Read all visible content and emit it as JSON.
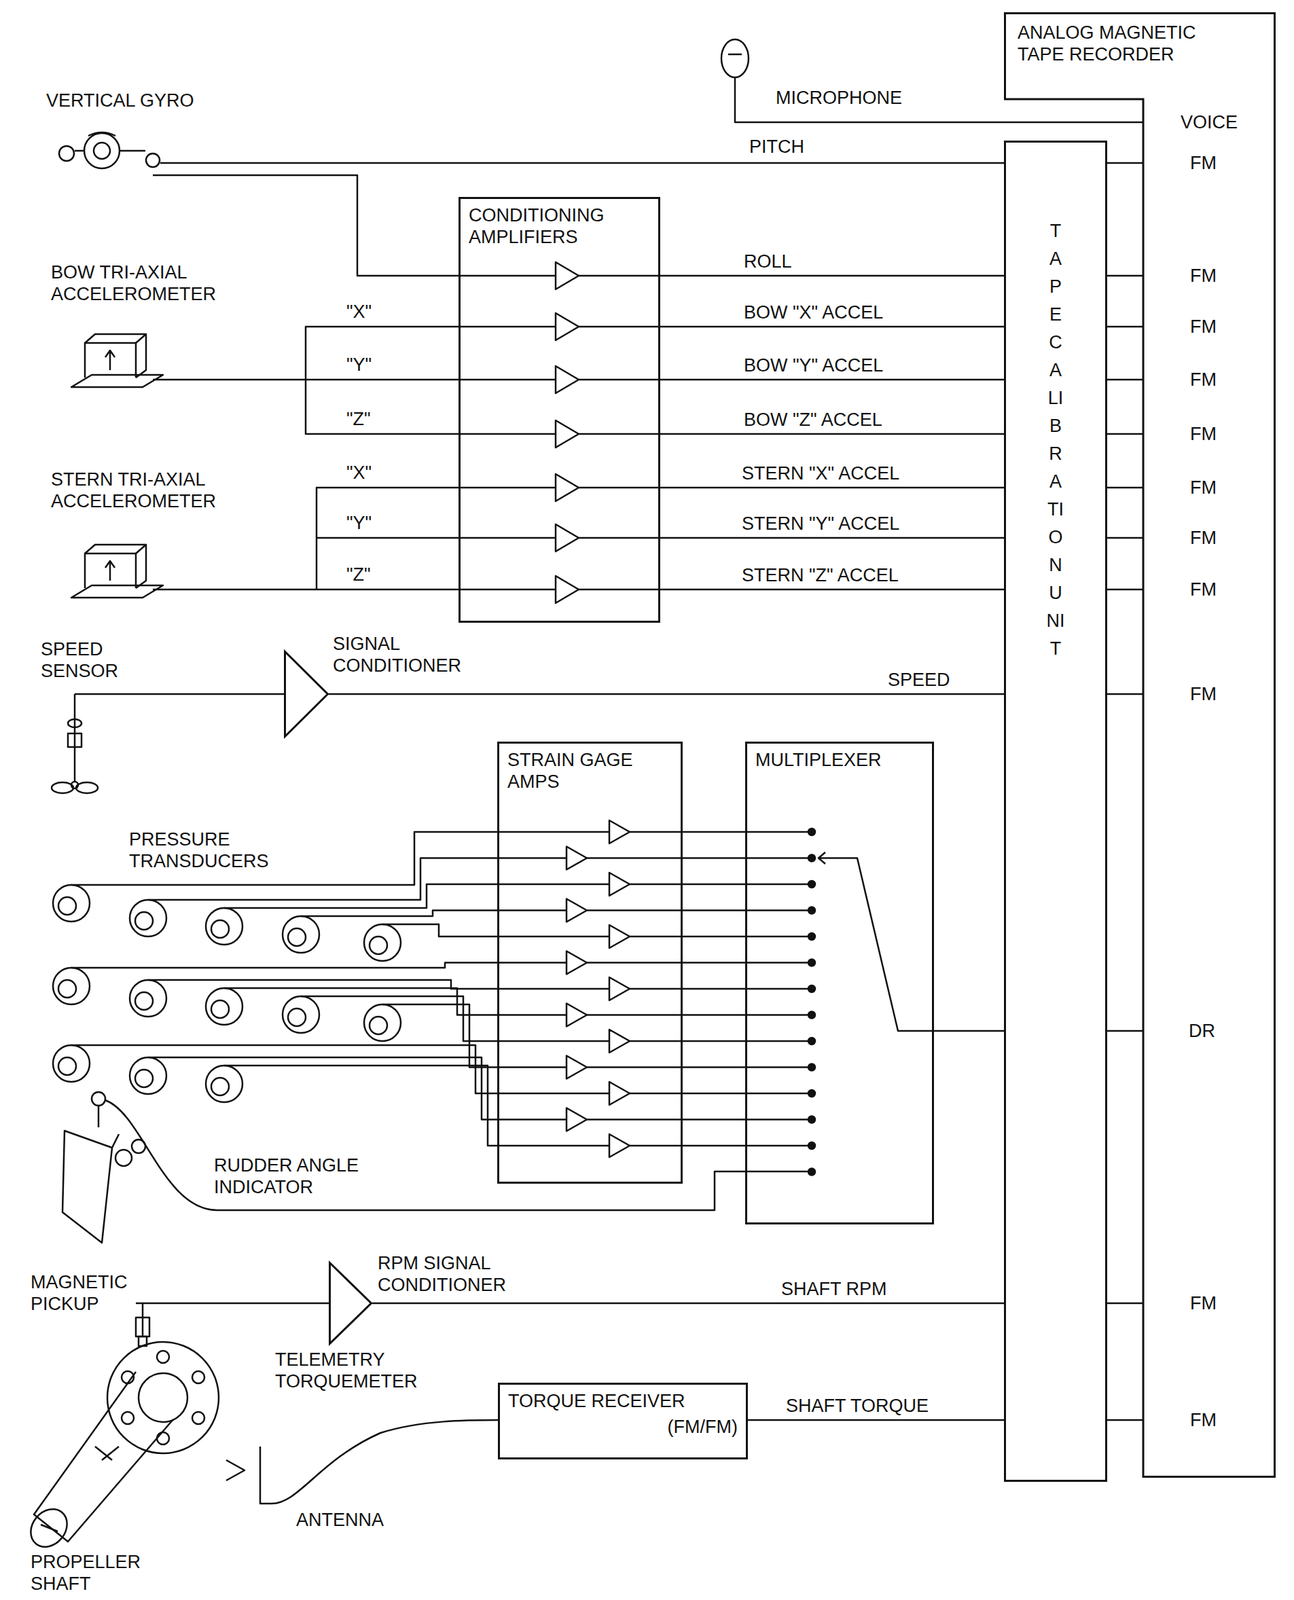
{
  "diagram": {
    "nodes": [
      {
        "text": [
          "ANALOG MAGNETIC TAPE RECORDER"
        ]
      },
      {
        "text": [
          "TAPE CALIBRATION UNIT"
        ]
      },
      {
        "text": [
          "CONDITIONING AMPLIFIERS"
        ]
      },
      {
        "text": [
          "SIGNAL CONDITIONER"
        ]
      },
      {
        "text": [
          "STRAIN GAGE AMPS"
        ]
      },
      {
        "text": [
          "MULTIPLEXER"
        ]
      },
      {
        "text": [
          "RPM SIGNAL CONDITIONER"
        ]
      },
      {
        "text": [
          "TORQUE RECEIVER",
          "(FM/FM)"
        ]
      }
    ],
    "edges": [
      {
        "from": 2,
        "to": 1,
        "arrow": "none",
        "label": "ROLL"
      },
      {
        "from": 2,
        "to": 1,
        "arrow": "none",
        "label": "BOW \"X\" ACCEL"
      },
      {
        "from": 2,
        "to": 1,
        "arrow": "none",
        "label": "BOW \"Y\" ACCEL"
      },
      {
        "from": 2,
        "to": 1,
        "arrow": "none",
        "label": "BOW \"Z\" ACCEL"
      },
      {
        "from": 2,
        "to": 1,
        "arrow": "none",
        "label": "STERN \"X\" ACCEL"
      },
      {
        "from": 2,
        "to": 1,
        "arrow": "none",
        "label": "STERN \"Y\" ACCEL"
      },
      {
        "from": 2,
        "to": 1,
        "arrow": "none",
        "label": "STERN \"Z\" ACCEL"
      },
      {
        "from": 3,
        "to": 1,
        "arrow": "none",
        "label": "SPEED"
      },
      {
        "from": 4,
        "to": 5,
        "arrow": "none"
      },
      {
        "from": 4,
        "to": 5,
        "arrow": "none"
      },
      {
        "from": 4,
        "to": 5,
        "arrow": "none"
      },
      {
        "from": 4,
        "to": 5,
        "arrow": "none"
      },
      {
        "from": 4,
        "to": 5,
        "arrow": "none"
      },
      {
        "from": 4,
        "to": 5,
        "arrow": "none"
      },
      {
        "from": 4,
        "to": 5,
        "arrow": "none"
      },
      {
        "from": 4,
        "to": 5,
        "arrow": "none"
      },
      {
        "from": 4,
        "to": 5,
        "arrow": "none"
      },
      {
        "from": 4,
        "to": 5,
        "arrow": "none"
      },
      {
        "from": 4,
        "to": 5,
        "arrow": "none"
      },
      {
        "from": 4,
        "to": 5,
        "arrow": "none"
      },
      {
        "from": 4,
        "to": 5,
        "arrow": "none"
      },
      {
        "from": 5,
        "to": 1,
        "arrow": "none"
      },
      {
        "from": 6,
        "to": 1,
        "arrow": "none",
        "label": "SHAFT RPM"
      },
      {
        "from": 7,
        "to": 1,
        "arrow": "none",
        "label": "SHAFT TORQUE"
      },
      {
        "from": 1,
        "to": 0,
        "arrow": "none"
      },
      {
        "from": 1,
        "to": 0,
        "arrow": "none"
      },
      {
        "from": 1,
        "to": 0,
        "arrow": "none"
      },
      {
        "from": 1,
        "to": 0,
        "arrow": "none"
      },
      {
        "from": 1,
        "to": 0,
        "arrow": "none"
      },
      {
        "from": 1,
        "to": 0,
        "arrow": "none"
      },
      {
        "from": 1,
        "to": 0,
        "arrow": "none"
      },
      {
        "from": 1,
        "to": 0,
        "arrow": "none"
      },
      {
        "from": 1,
        "to": 0,
        "arrow": "none"
      },
      {
        "from": 1,
        "to": 0,
        "arrow": "none"
      },
      {
        "from": 1,
        "to": 0,
        "arrow": "none"
      },
      {
        "from": 1,
        "to": 0,
        "arrow": "none"
      }
    ],
    "labels": [
      "VERTICAL GYRO",
      "MICROPHONE",
      "PITCH",
      "VOICE",
      "FM",
      "FM",
      "FM",
      "FM",
      "FM",
      "FM",
      "FM",
      "FM",
      "FM",
      "DR",
      "FM",
      "FM",
      "BOW TRI-AXIAL ACCELEROMETER",
      "\"X\"",
      "\"Y\"",
      "\"Z\"",
      "STERN TRI-AXIAL ACCELEROMETER",
      "\"X\"",
      "\"Y\"",
      "\"Z\"",
      "SPEED SENSOR",
      "PRESSURE TRANSDUCERS",
      "RUDDER ANGLE INDICATOR",
      "MAGNETIC PICKUP",
      "TELEMETRY TORQUEMETER",
      "ANTENNA",
      "PROPELLER SHAFT"
    ]
  }
}
